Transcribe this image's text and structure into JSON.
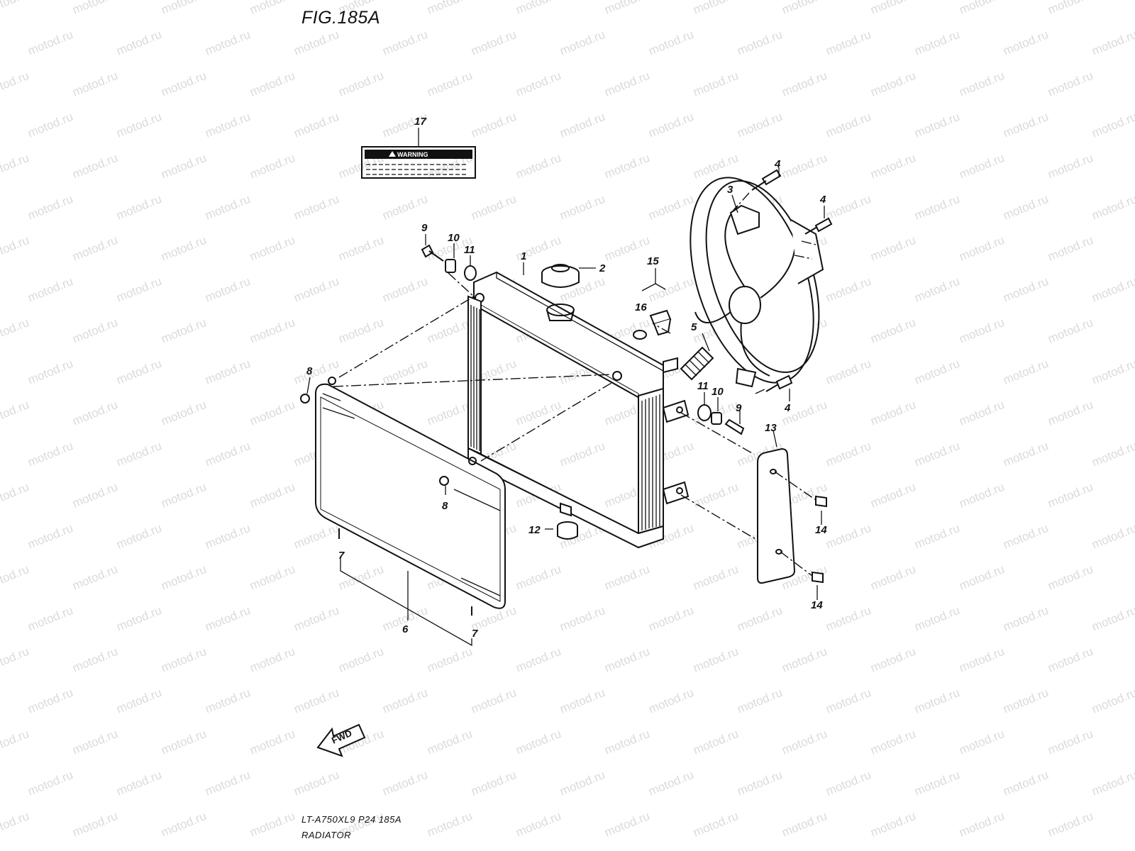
{
  "figure": {
    "title": "FIG.185A",
    "model_code": "LT-A750XL9  P24  185A",
    "name": "RADIATOR"
  },
  "watermark": {
    "text": "motod.ru"
  },
  "warning_label": {
    "text": "WARNING"
  },
  "direction_arrow": {
    "text": "FWD"
  },
  "callouts": [
    {
      "id": "c1",
      "text": "1"
    },
    {
      "id": "c2",
      "text": "2"
    },
    {
      "id": "c3",
      "text": "3"
    },
    {
      "id": "c4a",
      "text": "4"
    },
    {
      "id": "c4b",
      "text": "4"
    },
    {
      "id": "c4c",
      "text": "4"
    },
    {
      "id": "c5",
      "text": "5"
    },
    {
      "id": "c6",
      "text": "6"
    },
    {
      "id": "c7a",
      "text": "7"
    },
    {
      "id": "c7b",
      "text": "7"
    },
    {
      "id": "c8a",
      "text": "8"
    },
    {
      "id": "c8b",
      "text": "8"
    },
    {
      "id": "c9a",
      "text": "9"
    },
    {
      "id": "c9b",
      "text": "9"
    },
    {
      "id": "c10a",
      "text": "10"
    },
    {
      "id": "c10b",
      "text": "10"
    },
    {
      "id": "c11a",
      "text": "11"
    },
    {
      "id": "c11b",
      "text": "11"
    },
    {
      "id": "c12",
      "text": "12"
    },
    {
      "id": "c13",
      "text": "13"
    },
    {
      "id": "c14a",
      "text": "14"
    },
    {
      "id": "c14b",
      "text": "14"
    },
    {
      "id": "c15",
      "text": "15"
    },
    {
      "id": "c16",
      "text": "16"
    },
    {
      "id": "c17",
      "text": "17"
    }
  ],
  "colors": {
    "line": "#111111",
    "background": "#ffffff",
    "watermark": "#bdbdbd"
  }
}
